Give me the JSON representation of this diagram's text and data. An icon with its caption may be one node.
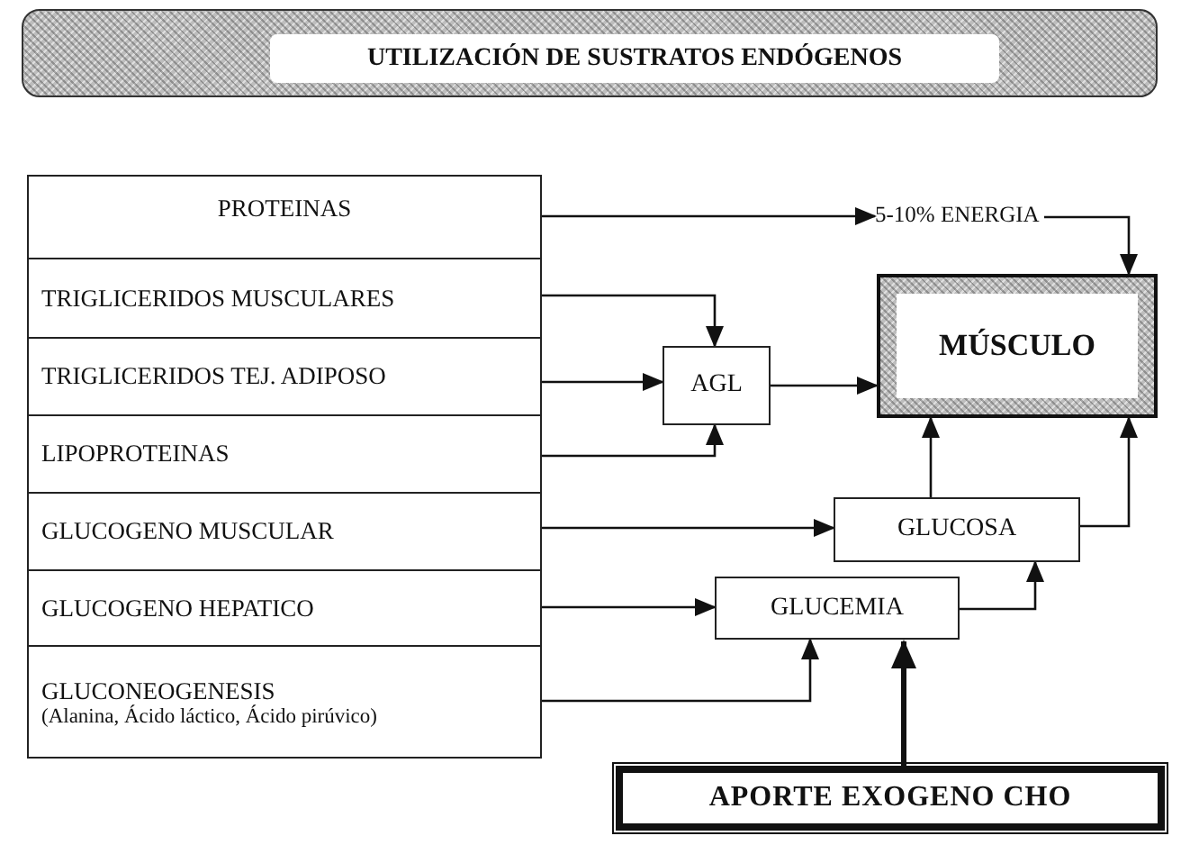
{
  "diagram": {
    "title": "UTILIZACIÓN DE SUSTRATOS ENDÓGENOS",
    "nodes": [
      {
        "text": [
          "PROTEINAS"
        ]
      },
      {
        "text": [
          "TRIGLICERIDOS MUSCULARES"
        ]
      },
      {
        "text": [
          "TRIGLICERIDOS TEJ. ADIPOSO"
        ]
      },
      {
        "text": [
          "LIPOPROTEINAS"
        ]
      },
      {
        "text": [
          "GLUCOGENO MUSCULAR"
        ]
      },
      {
        "text": [
          "GLUCOGENO HEPATICO"
        ]
      },
      {
        "text": [
          "GLUCONEOGENESIS",
          "(Alanina, Ácido láctico, Ácido pirúvico)"
        ]
      },
      {
        "text": [
          "5-10% ENERGIA"
        ]
      },
      {
        "text": [
          "AGL"
        ]
      },
      {
        "text": [
          "MÚSCULO"
        ]
      },
      {
        "text": [
          "GLUCOSA"
        ]
      },
      {
        "text": [
          "GLUCEMIA"
        ]
      },
      {
        "text": [
          "APORTE EXOGENO CHO"
        ]
      }
    ],
    "edges": [
      {
        "from": 0,
        "to": 7,
        "arrow": "to"
      },
      {
        "from": 7,
        "to": 9,
        "arrow": "to"
      },
      {
        "from": 1,
        "to": 8,
        "arrow": "to"
      },
      {
        "from": 2,
        "to": 8,
        "arrow": "to"
      },
      {
        "from": 3,
        "to": 8,
        "arrow": "to"
      },
      {
        "from": 8,
        "to": 9,
        "arrow": "to"
      },
      {
        "from": 4,
        "to": 10,
        "arrow": "to"
      },
      {
        "from": 5,
        "to": 11,
        "arrow": "to"
      },
      {
        "from": 6,
        "to": 11,
        "arrow": "to"
      },
      {
        "from": 11,
        "to": 10,
        "arrow": "to"
      },
      {
        "from": 10,
        "to": 9,
        "arrow": "to"
      },
      {
        "from": 10,
        "to": 9,
        "arrow": "to"
      },
      {
        "from": 12,
        "to": 11,
        "arrow": "to",
        "style": "thick"
      }
    ]
  }
}
